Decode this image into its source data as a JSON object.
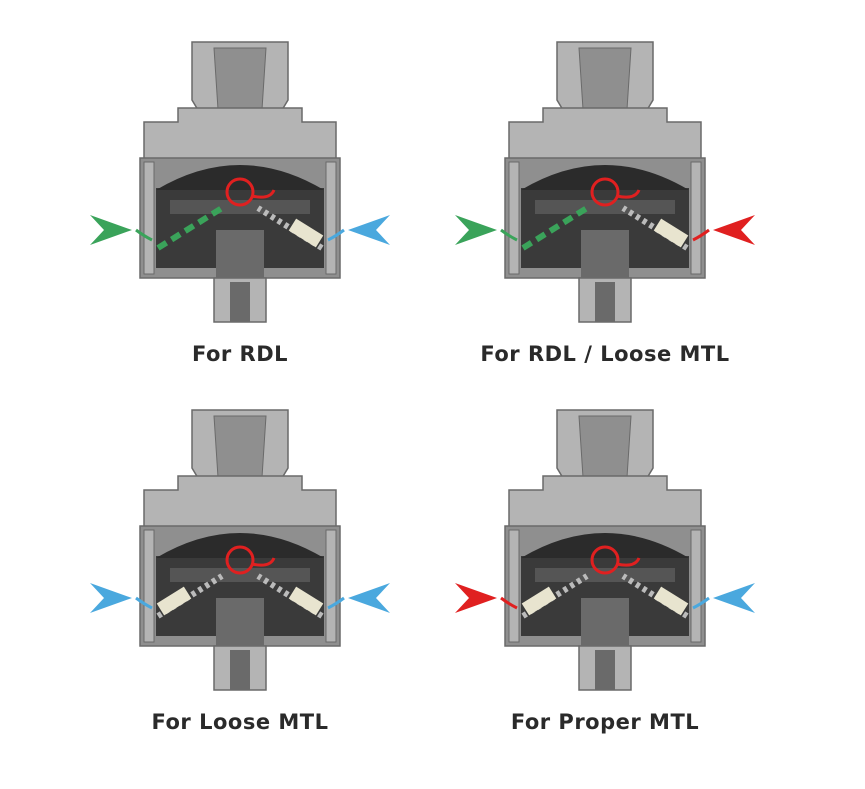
{
  "colors": {
    "body": "#8f8f8f",
    "body_light": "#b4b4b4",
    "body_dark": "#6a6a6a",
    "chamber": "#3a3a3a",
    "dome": "#2b2b2b",
    "coil": "#e02020",
    "airflow_open": "#3aa35a",
    "airflow_partial": "#4aa8de",
    "airflow_closed": "#e02020",
    "insert": "#e8e4cf",
    "caption": "#2a2a2a"
  },
  "panels": [
    {
      "caption": "For RDL",
      "left_arrow": "airflow_open",
      "right_arrow": "airflow_partial",
      "left_insert": false,
      "right_insert": true,
      "flow": "open"
    },
    {
      "caption": "For RDL / Loose MTL",
      "left_arrow": "airflow_open",
      "right_arrow": "airflow_closed",
      "left_insert": false,
      "right_insert": true,
      "flow": "open"
    },
    {
      "caption": "For Loose MTL",
      "left_arrow": "airflow_partial",
      "right_arrow": "airflow_partial",
      "left_insert": true,
      "right_insert": true,
      "flow": "partial"
    },
    {
      "caption": "For Proper MTL",
      "left_arrow": "airflow_closed",
      "right_arrow": "airflow_partial",
      "left_insert": true,
      "right_insert": true,
      "flow": "partial"
    }
  ]
}
